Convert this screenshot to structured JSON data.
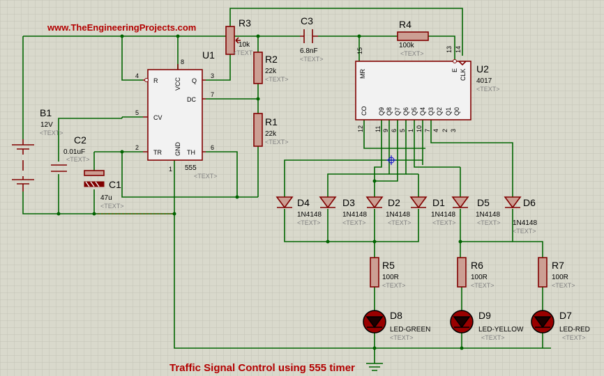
{
  "header": {
    "watermark": "www.TheEngineeringProjects.com"
  },
  "footer": {
    "title": "Traffic Signal Control using 555 timer"
  },
  "placeholder": "<TEXT>",
  "colors": {
    "watermark": "#b30000",
    "title": "#b30000",
    "wire": "#006400",
    "component": "#800000"
  },
  "components": {
    "U1": {
      "ref": "U1",
      "value": "555",
      "pins": {
        "r": "R",
        "vcc": "VCC",
        "q": "Q",
        "dc": "DC",
        "cv": "CV",
        "tr": "TR",
        "gnd": "GND",
        "th": "TH"
      },
      "pin_numbers": {
        "p1": "1",
        "p2": "2",
        "p3": "3",
        "p4": "4",
        "p5": "5",
        "p6": "6",
        "p7": "7",
        "p8": "8"
      }
    },
    "U2": {
      "ref": "U2",
      "value": "4017",
      "top_pins": {
        "mr": "MR",
        "e": "E",
        "clk": "CLK"
      },
      "bottom_pins": [
        "CO",
        "Q9",
        "Q8",
        "Q7",
        "Q6",
        "Q5",
        "Q4",
        "Q3",
        "Q2",
        "Q1",
        "Q0"
      ],
      "top_numbers": [
        "15",
        "13",
        "14"
      ],
      "bottom_numbers": [
        "12",
        "11",
        "9",
        "6",
        "5",
        "1",
        "10",
        "7",
        "4",
        "2",
        "3"
      ]
    },
    "B1": {
      "ref": "B1",
      "value": "12V"
    },
    "C1": {
      "ref": "C1",
      "value": "47u"
    },
    "C2": {
      "ref": "C2",
      "value": "0.01uF"
    },
    "C3": {
      "ref": "C3",
      "value": "6.8nF"
    },
    "R1": {
      "ref": "R1",
      "value": "22k"
    },
    "R2": {
      "ref": "R2",
      "value": "22k"
    },
    "R3": {
      "ref": "R3",
      "value": "10k"
    },
    "R4": {
      "ref": "R4",
      "value": "100k"
    },
    "R5": {
      "ref": "R5",
      "value": "100R"
    },
    "R6": {
      "ref": "R6",
      "value": "100R"
    },
    "R7": {
      "ref": "R7",
      "value": "100R"
    },
    "D1": {
      "ref": "D1",
      "value": "1N4148"
    },
    "D2": {
      "ref": "D2",
      "value": "1N4148"
    },
    "D3": {
      "ref": "D3",
      "value": "1N4148"
    },
    "D4": {
      "ref": "D4",
      "value": "1N4148"
    },
    "D5": {
      "ref": "D5",
      "value": "1N4148"
    },
    "D6": {
      "ref": "D6",
      "value": "1N4148"
    },
    "D7": {
      "ref": "D7",
      "value": "LED-RED",
      "color": "#990000"
    },
    "D8": {
      "ref": "D8",
      "value": "LED-GREEN",
      "color": "#990000"
    },
    "D9": {
      "ref": "D9",
      "value": "LED-YELLOW",
      "color": "#990000"
    }
  }
}
